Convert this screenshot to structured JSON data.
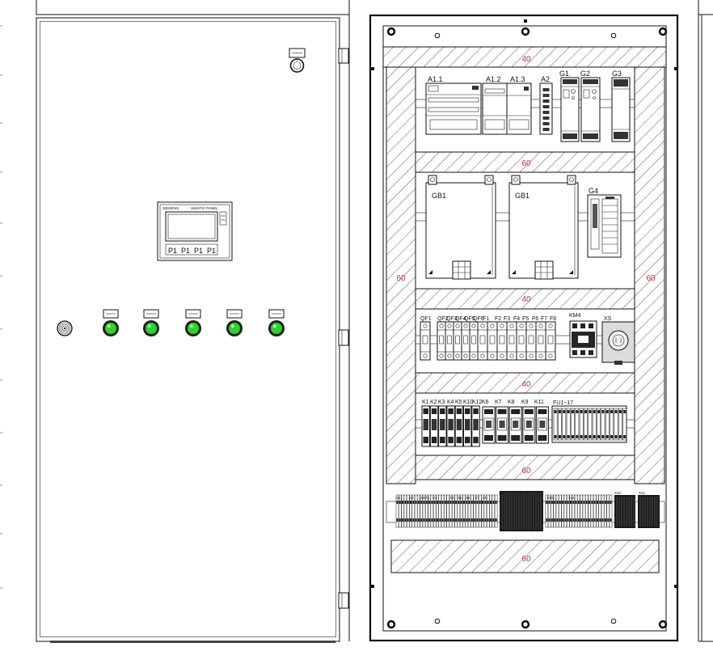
{
  "door": {
    "hmi": {
      "brand": "SIEMENS",
      "model": "SIMATIC PANEL",
      "keys": [
        "P1",
        "P1",
        "P1",
        "P1"
      ]
    }
  },
  "panel": {
    "row1": {
      "a1_1": "A1.1",
      "a1_2": "A1.2",
      "a1_3": "A1.3",
      "a2": "A2",
      "g1": "G1",
      "g2": "G2",
      "g3": "G3"
    },
    "row2": {
      "gb1_left": "GB1",
      "gb1_right": "GB1",
      "g4": "G4"
    },
    "row3": {
      "breakers": [
        "QF1",
        "QF2",
        "QF3",
        "QF4",
        "QF5",
        "QF6",
        "F1",
        "F2",
        "F3",
        "F4",
        "F5",
        "F6",
        "F7",
        "F8"
      ],
      "km4": "KM4",
      "xs": "XS"
    },
    "row4": {
      "relays": [
        "K1",
        "K2",
        "K3",
        "K4",
        "K5",
        "K10",
        "K12",
        "K6",
        "K7",
        "K8",
        "K9",
        "K11"
      ],
      "fuses": "FU1~17"
    },
    "terminals": [
      "X1",
      "X2",
      "X3PE",
      "X3",
      "X4",
      "X5",
      "X6",
      "X7",
      "X8",
      "X9",
      "X10",
      "X11",
      "X40",
      "X41"
    ],
    "clearances": {
      "top": "40",
      "row1_row2": "60",
      "row2_row3": "40",
      "row3_row4": "40",
      "row4_terminals": "60",
      "left": "60",
      "right": "60",
      "bottom": "60"
    }
  },
  "colors": {
    "line": "#111111",
    "dimension_text": "#d42a2a",
    "pushbutton_lamp": "#2fd12f"
  }
}
